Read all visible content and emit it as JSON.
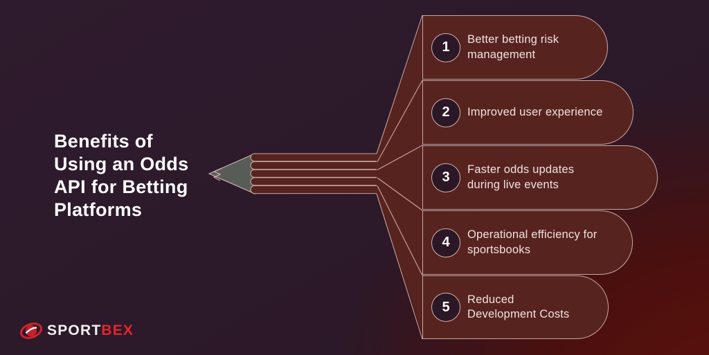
{
  "title": {
    "lines": [
      "Benefits of",
      "Using an Odds",
      "API for Betting",
      "Platforms"
    ]
  },
  "items": [
    {
      "number": "1",
      "lines": [
        "Better betting risk",
        "management"
      ]
    },
    {
      "number": "2",
      "lines": [
        "Improved user experience"
      ]
    },
    {
      "number": "3",
      "lines": [
        "Faster odds updates",
        "during live events"
      ]
    },
    {
      "number": "4",
      "lines": [
        "Operational efficiency for",
        "sportsbooks"
      ]
    },
    {
      "number": "5",
      "lines": [
        "Reduced",
        "Development Costs"
      ]
    }
  ],
  "logo": {
    "brand_first": "SPORT",
    "brand_second": "BEX",
    "icon": "sportbex-globe-icon"
  },
  "colors": {
    "background_top_left": "#2d1a2b",
    "background_bottom_right": "#551109",
    "shape_fill": "#57231f",
    "shape_outline": "#dfc0b8",
    "pencil_tip_gray": "#585c56",
    "number_circle_fill": "#2b1725",
    "title_text": "#ffffff",
    "label_text": "#efe2df",
    "logo_red": "#e4262c"
  }
}
